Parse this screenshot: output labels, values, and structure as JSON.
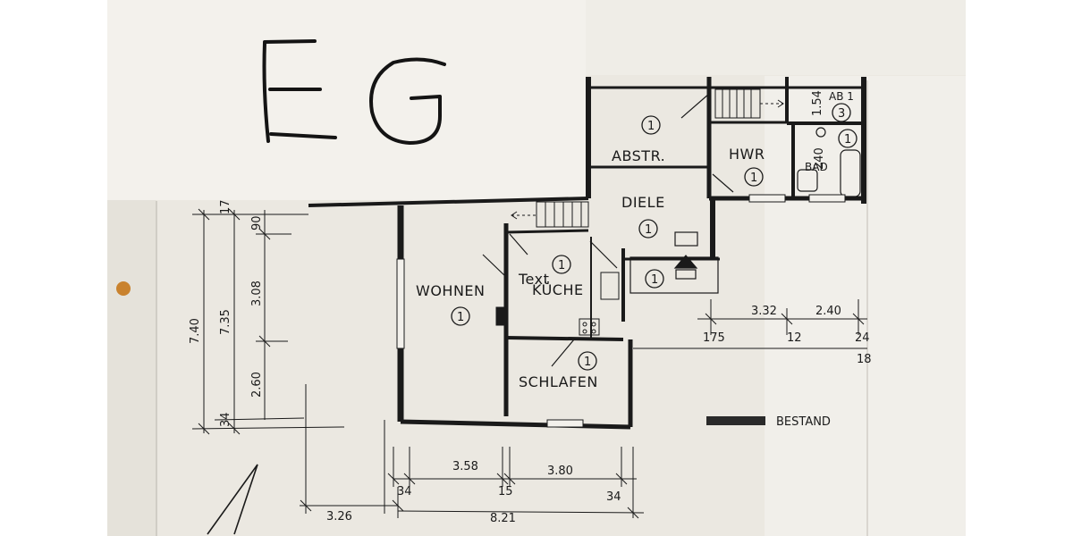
{
  "sheet_title": "EG",
  "rooms": {
    "abstr": "ABSTR.",
    "hwr": "HWR",
    "ab": "AB 1",
    "bad": "BAD",
    "diele": "DIELE",
    "wohnen": "WOHNEN",
    "kuche": "KÜCHE",
    "schlafen": "SCHLAFEN",
    "text_label": "Text"
  },
  "circled_numbers": {
    "abstr": "1",
    "hwr": "1",
    "ab": "3",
    "bad": "1",
    "diele": "1",
    "wohnen": "1",
    "kuche": "1",
    "schlafen": "1",
    "entry": "1"
  },
  "legend": {
    "bestand": "BESTAND"
  },
  "dimensions": {
    "left_total": "7.40",
    "left_inner": "7.35",
    "left_a": "90",
    "left_b": "3.08",
    "left_c": "2.60",
    "left_d": "34",
    "left_top": "17",
    "bottom_358": "3.58",
    "bottom_380": "3.80",
    "bottom_34a": "34",
    "bottom_15": "15",
    "bottom_34b": "34",
    "bottom_326": "3.26",
    "bottom_821": "8.21",
    "right_332": "3.32",
    "right_240": "2.40",
    "right_175": "175",
    "right_12": "12",
    "right_24": "24",
    "right_18": "18",
    "ab_154": "1.54",
    "bad_240": "240"
  }
}
